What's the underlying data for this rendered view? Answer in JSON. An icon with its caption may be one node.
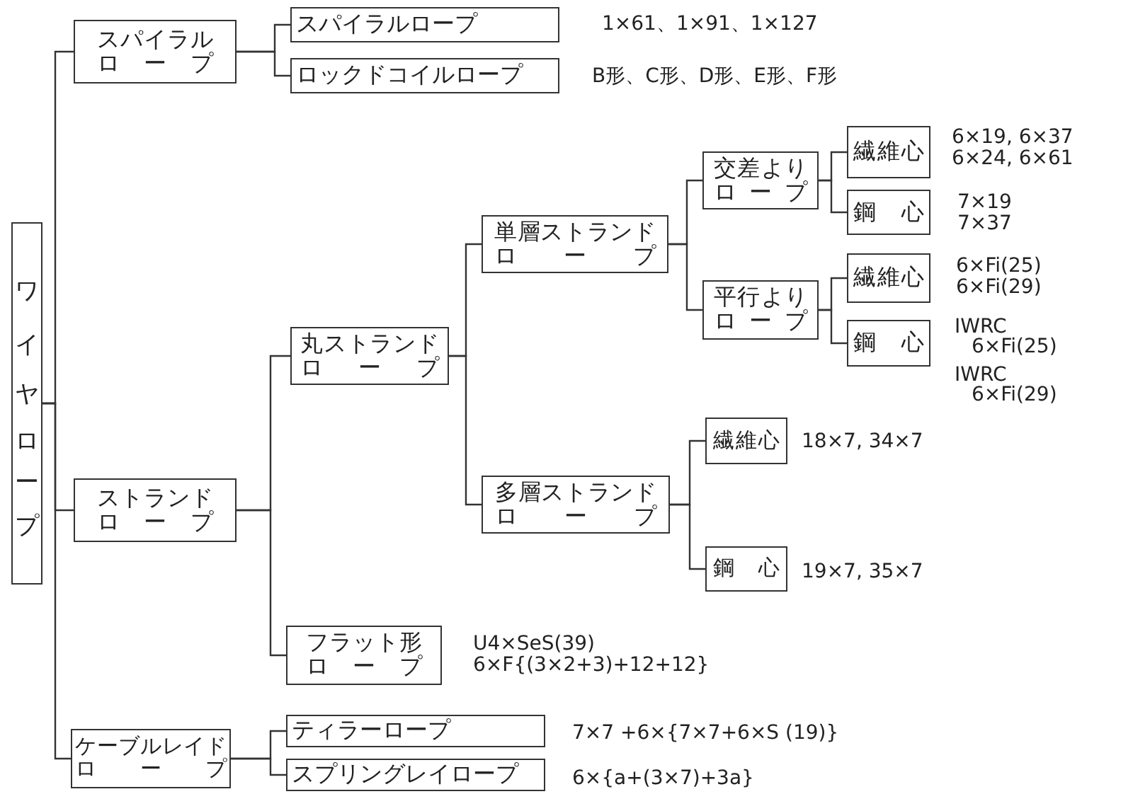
{
  "diagram": {
    "nodes": [
      {
        "text": [
          "ワイヤロープ"
        ]
      },
      {
        "text": [
          "スパイラルロープ"
        ]
      },
      {
        "text": [
          "スパイラルロープ"
        ],
        "beside": [
          "1×61、1×91、1×127"
        ]
      },
      {
        "text": [
          "ロックドコイルロープ"
        ],
        "beside": [
          "B形、C形、D形、E形、F形"
        ]
      },
      {
        "text": [
          "ストランドロープ"
        ]
      },
      {
        "text": [
          "丸ストランドロープ"
        ]
      },
      {
        "text": [
          "単層ストランドロープ"
        ]
      },
      {
        "text": [
          "交差よりロープ"
        ]
      },
      {
        "text": [
          "繊維心"
        ],
        "beside": [
          "6×19, 6×37",
          "6×24, 6×61"
        ]
      },
      {
        "text": [
          "鋼心"
        ],
        "beside": [
          "7×19",
          "7×37"
        ]
      },
      {
        "text": [
          "平行よりロープ"
        ]
      },
      {
        "text": [
          "繊維心"
        ],
        "beside": [
          "6×Fi(25)",
          "6×Fi(29)"
        ]
      },
      {
        "text": [
          "鋼心"
        ],
        "beside": [
          "IWRC 6×Fi(25)",
          "IWRC 6×Fi(29)"
        ]
      },
      {
        "text": [
          "多層ストランドロープ"
        ]
      },
      {
        "text": [
          "繊維心"
        ],
        "beside": [
          "18×7, 34×7"
        ]
      },
      {
        "text": [
          "鋼心"
        ],
        "beside": [
          "19×7, 35×7"
        ]
      },
      {
        "text": [
          "フラット形ロープ"
        ],
        "beside": [
          "U4×SeS(39)",
          "6×F{(3×2+3)+12+12}"
        ]
      },
      {
        "text": [
          "ケーブルレイドロープ"
        ]
      },
      {
        "text": [
          "ティラーロープ"
        ],
        "beside": [
          "7×7 +6×{7×7+6×S (19)}"
        ]
      },
      {
        "text": [
          "スプリングレイロープ"
        ],
        "beside": [
          "6×{a+(3×7)+3a}"
        ]
      }
    ],
    "edges": [
      {
        "from": 0,
        "to": 1,
        "arrow": "none"
      },
      {
        "from": 1,
        "to": 2,
        "arrow": "none"
      },
      {
        "from": 1,
        "to": 3,
        "arrow": "none"
      },
      {
        "from": 0,
        "to": 4,
        "arrow": "none"
      },
      {
        "from": 4,
        "to": 5,
        "arrow": "none"
      },
      {
        "from": 5,
        "to": 6,
        "arrow": "none"
      },
      {
        "from": 6,
        "to": 7,
        "arrow": "none"
      },
      {
        "from": 7,
        "to": 8,
        "arrow": "none"
      },
      {
        "from": 7,
        "to": 9,
        "arrow": "none"
      },
      {
        "from": 6,
        "to": 10,
        "arrow": "none"
      },
      {
        "from": 10,
        "to": 11,
        "arrow": "none"
      },
      {
        "from": 10,
        "to": 12,
        "arrow": "none"
      },
      {
        "from": 5,
        "to": 13,
        "arrow": "none"
      },
      {
        "from": 13,
        "to": 14,
        "arrow": "none"
      },
      {
        "from": 13,
        "to": 15,
        "arrow": "none"
      },
      {
        "from": 4,
        "to": 16,
        "arrow": "none"
      },
      {
        "from": 0,
        "to": 17,
        "arrow": "none"
      },
      {
        "from": 17,
        "to": 18,
        "arrow": "none"
      },
      {
        "from": 17,
        "to": 19,
        "arrow": "none"
      }
    ]
  }
}
